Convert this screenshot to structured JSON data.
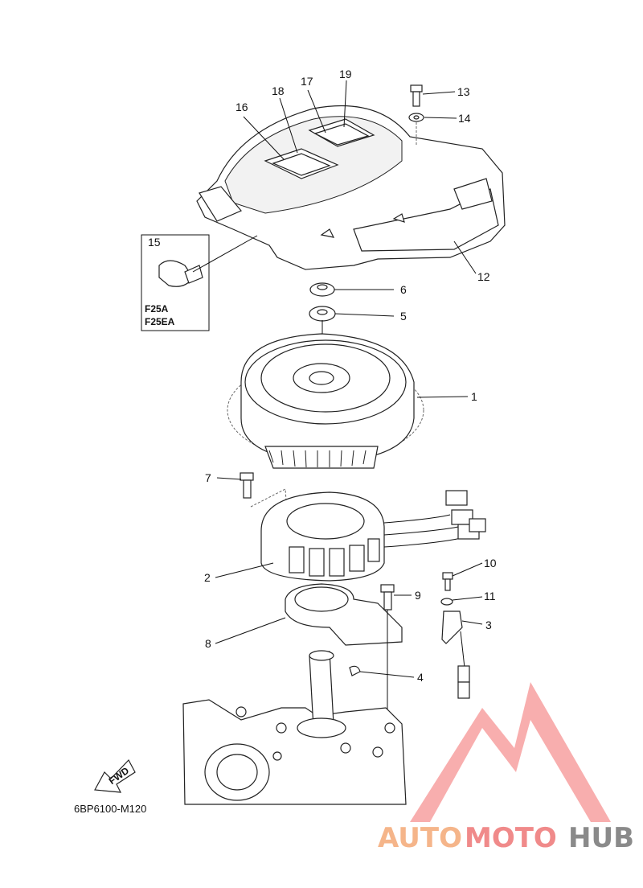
{
  "callouts": [
    "1",
    "2",
    "3",
    "4",
    "5",
    "6",
    "7",
    "8",
    "9",
    "10",
    "11",
    "12",
    "13",
    "14",
    "15",
    "16",
    "17",
    "18",
    "19"
  ],
  "inset_variants": [
    "F25A",
    "F25EA"
  ],
  "fwd_label": "FWD",
  "diagram_code": "6BP6100-M120",
  "watermark": {
    "part1": "AUTO",
    "part2": "MOTO",
    "part3": "HUB",
    "colors": {
      "auto": "#f5b58a",
      "moto": "#f08a8a",
      "hub": "#8a8a8a",
      "logo": "#f7a0a0"
    }
  }
}
